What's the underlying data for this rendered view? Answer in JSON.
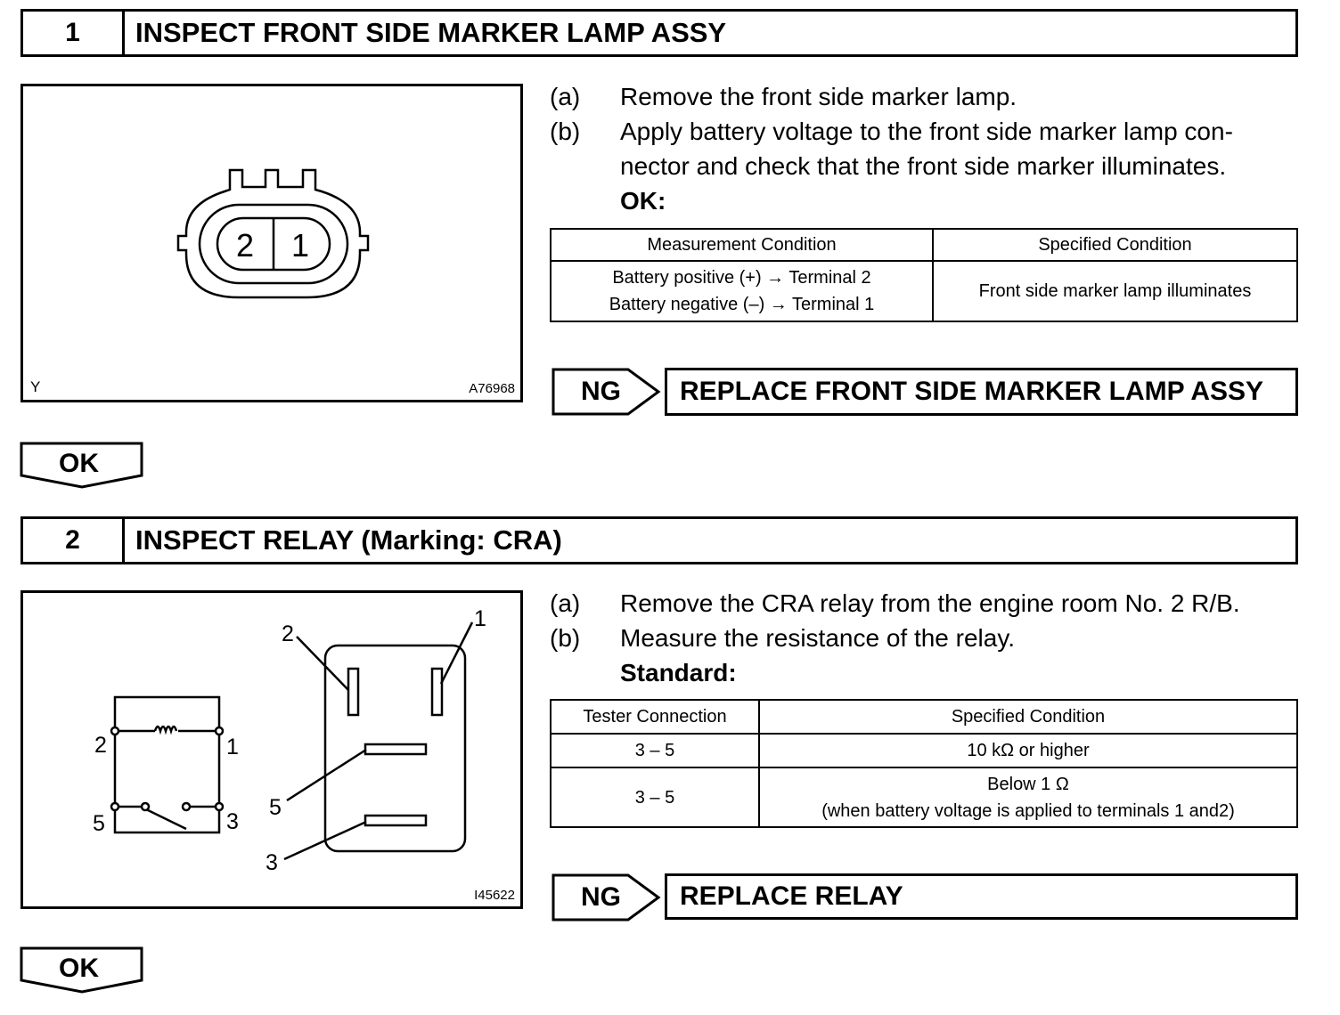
{
  "step1": {
    "number": "1",
    "title": "INSPECT FRONT SIDE MARKER LAMP ASSY",
    "figure": {
      "pin_left": "2",
      "pin_right": "1",
      "corner_mark": "Y",
      "figure_code": "A76968"
    },
    "instructions": [
      {
        "label": "(a)",
        "lines": [
          "Remove the front side marker lamp."
        ]
      },
      {
        "label": "(b)",
        "lines": [
          "Apply battery voltage to the front side marker lamp con-",
          "nector and check that the front side marker illuminates."
        ]
      }
    ],
    "result_heading": "OK:",
    "table": {
      "headers": [
        "Measurement Condition",
        "Specified Condition"
      ],
      "rows": [
        {
          "condition_lines": [
            "Battery positive (+) → Terminal 2",
            "Battery negative (–) → Terminal 1"
          ],
          "spec": "Front side marker lamp illuminates"
        }
      ]
    },
    "ng_label": "NG",
    "ng_action": "REPLACE FRONT SIDE MARKER LAMP ASSY",
    "ok_label": "OK"
  },
  "step2": {
    "number": "2",
    "title": "INSPECT RELAY (Marking: CRA)",
    "figure": {
      "schematic_labels": {
        "t2": "2",
        "t1": "1",
        "t5": "5",
        "t3": "3"
      },
      "relay_labels": {
        "t2": "2",
        "t1": "1",
        "t5": "5",
        "t3": "3"
      },
      "figure_code": "I45622"
    },
    "instructions": [
      {
        "label": "(a)",
        "lines": [
          "Remove the CRA relay from the engine room No. 2 R/B."
        ]
      },
      {
        "label": "(b)",
        "lines": [
          "Measure the resistance of the relay."
        ]
      }
    ],
    "result_heading": "Standard:",
    "table": {
      "headers": [
        "Tester Connection",
        "Specified Condition"
      ],
      "rows": [
        {
          "connection": "3 – 5",
          "spec_lines": [
            "10 kΩ or higher"
          ]
        },
        {
          "connection": "3 – 5",
          "spec_lines": [
            "Below 1 Ω",
            "(when battery voltage is applied to terminals 1 and2)"
          ]
        }
      ]
    },
    "ng_label": "NG",
    "ng_action": "REPLACE RELAY",
    "ok_label": "OK"
  }
}
